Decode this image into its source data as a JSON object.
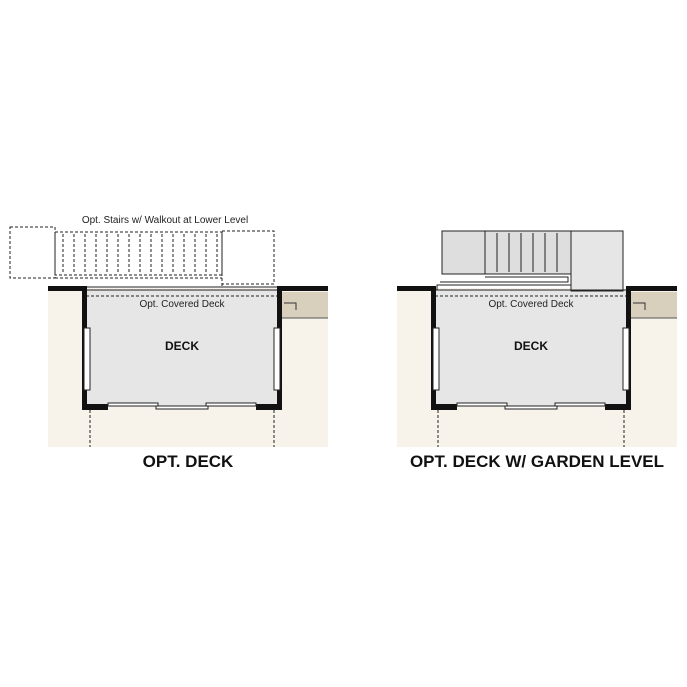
{
  "colors": {
    "exterior": "#f7f2ea",
    "deck_floor": "#e6e6e6",
    "stair_fill": "#dedede",
    "side_strip": "#d8cfbd",
    "wall": "#111111",
    "line": "#222222"
  },
  "plan_left": {
    "stairs_label": "Opt. Stairs w/ Walkout at Lower Level",
    "covered_label": "Opt. Covered Deck",
    "deck_label": "DECK",
    "caption": "OPT. DECK"
  },
  "plan_right": {
    "covered_label": "Opt. Covered Deck",
    "deck_label": "DECK",
    "caption": "OPT. DECK W/ GARDEN LEVEL"
  }
}
